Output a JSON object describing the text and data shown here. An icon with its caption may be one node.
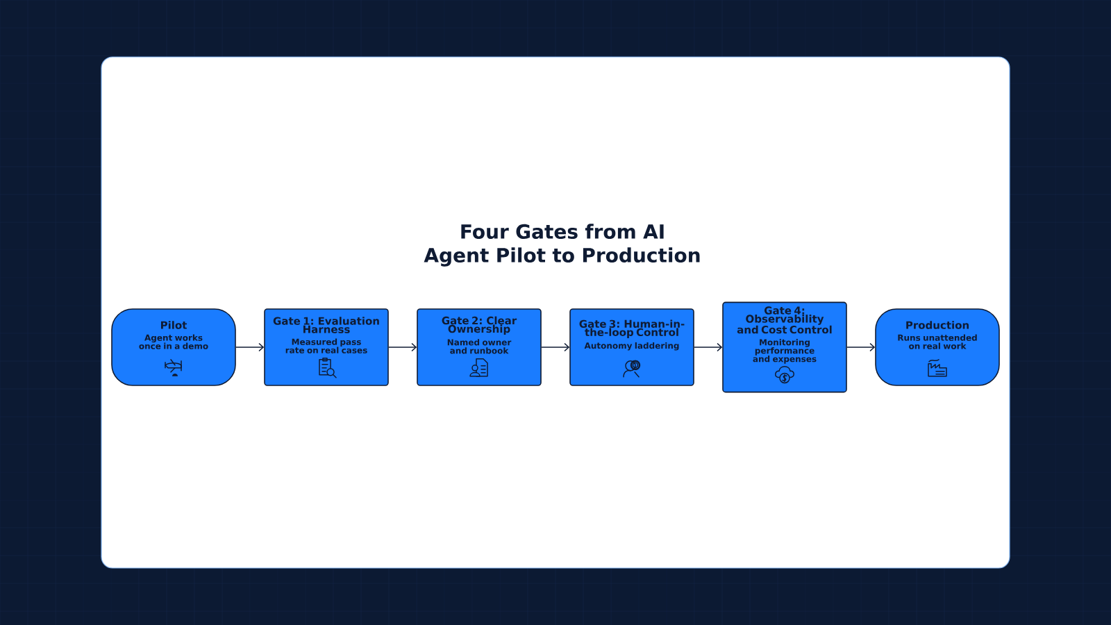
{
  "diagram": {
    "title": "Four Gates from AI Agent Pilot to Production",
    "nodes": [
      {
        "text": [
          "Pilot",
          "Agent works once in a demo"
        ]
      },
      {
        "text": [
          "Gate 1: Evaluation Harness",
          "Measured pass rate on real cases"
        ]
      },
      {
        "text": [
          "Gate 2: Clear Ownership",
          "Named owner and runbook"
        ]
      },
      {
        "text": [
          "Gate 3: Human-in-the-loop Control",
          "Autonomy laddering"
        ]
      },
      {
        "text": [
          "Gate 4: Observability and Cost Control",
          "Monitoring performance and expenses"
        ]
      },
      {
        "text": [
          "Production",
          "Runs unattended on real work"
        ]
      }
    ],
    "edges": [
      {
        "from": 0,
        "to": 1,
        "arrow": "to"
      },
      {
        "from": 1,
        "to": 2,
        "arrow": "to"
      },
      {
        "from": 2,
        "to": 3,
        "arrow": "to"
      },
      {
        "from": 3,
        "to": 4,
        "arrow": "to"
      },
      {
        "from": 4,
        "to": 5,
        "arrow": "to"
      }
    ]
  }
}
